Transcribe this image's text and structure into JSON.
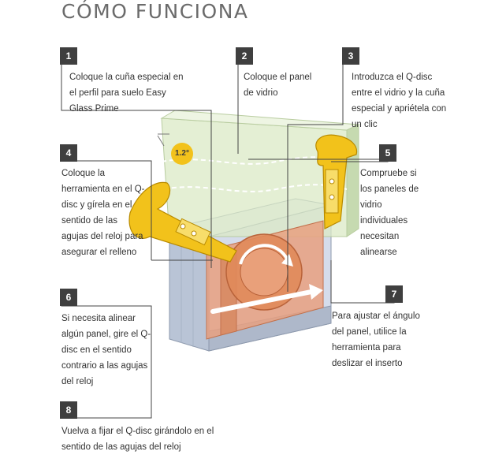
{
  "title": "CÓMO FUNCIONA",
  "angle_label": "1.2°",
  "steps": [
    {
      "number": "1",
      "text": "Coloque la cuña especial en el perfil para suelo Easy Glass Prime"
    },
    {
      "number": "2",
      "text": "Coloque el panel de vidrio"
    },
    {
      "number": "3",
      "text": "Introduzca el Q-disc entre el vidrio y la cuña especial y apriétela con un clic"
    },
    {
      "number": "4",
      "text": "Coloque la herramienta en el Q-disc y gírela en el sentido de las agujas del reloj para asegurar el relleno"
    },
    {
      "number": "5",
      "text": "Compruebe si los paneles de vidrio individuales necesitan alinearse"
    },
    {
      "number": "6",
      "text": "Si necesita alinear algún panel, gire el Q-disc en el sentido contrario a las agujas del reloj"
    },
    {
      "number": "7",
      "text": "Para ajustar el ángulo del panel, utilice la herramienta para deslizar el inserto"
    },
    {
      "number": "8",
      "text": "Vuelva a fijar el Q-disc girándolo en el sentido de las agujas del reloj"
    }
  ],
  "colors": {
    "badge": "#3f3f3f",
    "glass": "#dbe9c6",
    "tool": "#f2c21b",
    "disc": "#e08a5a",
    "profile": "#c9d3e3",
    "leader": "#444444"
  }
}
